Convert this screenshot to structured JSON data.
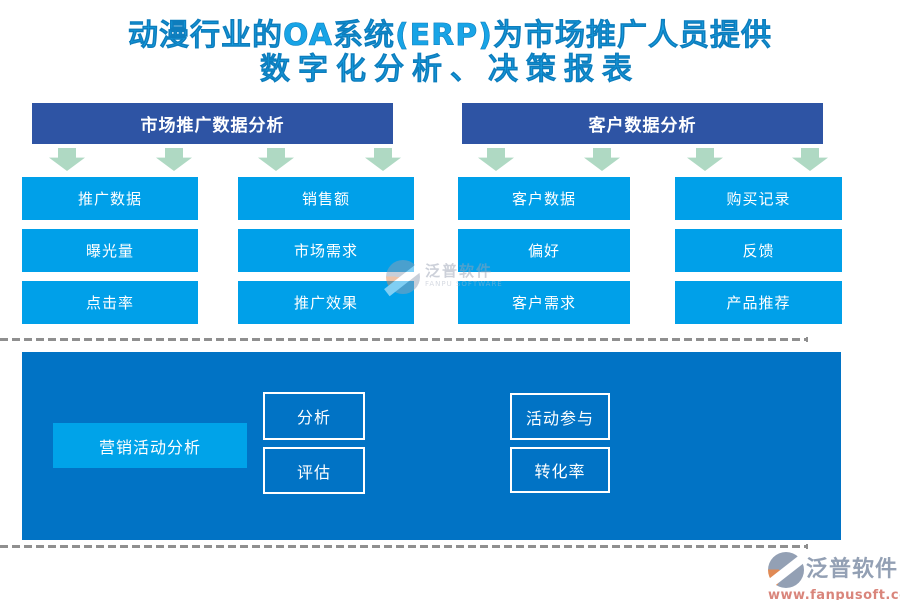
{
  "title": {
    "line1": "动漫行业的OA系统(ERP)为市场推广人员提供",
    "line2": "数字化分析、决策报表"
  },
  "sections": [
    {
      "header": "市场推广数据分析",
      "columns": [
        {
          "items": [
            "推广数据",
            "曝光量",
            "点击率"
          ]
        },
        {
          "items": [
            "销售额",
            "市场需求",
            "推广效果"
          ]
        }
      ]
    },
    {
      "header": "客户数据分析",
      "columns": [
        {
          "items": [
            "客户数据",
            "偏好",
            "客户需求"
          ]
        },
        {
          "items": [
            "购买记录",
            "反馈",
            "产品推荐"
          ]
        }
      ]
    }
  ],
  "panel": {
    "label": "营销活动分析",
    "boxes": [
      "分析",
      "评估",
      "活动参与",
      "转化率"
    ]
  },
  "watermark": {
    "brand": "泛普软件",
    "subtitle": "FANPU SOFTWARE"
  },
  "footer_logo": {
    "brand": "泛普软件",
    "url": "www.fanpusoft.com"
  },
  "colors": {
    "title_blue": "#18a4e6",
    "header_navy": "#2e54a4",
    "box_cyan": "#00a0e9",
    "panel_blue": "#0173c5",
    "arrow_green": "#afd9c3",
    "dash_gray": "#8f8f8f",
    "logo_gray": "#93a0b4",
    "url_salmon": "#d9857b"
  }
}
